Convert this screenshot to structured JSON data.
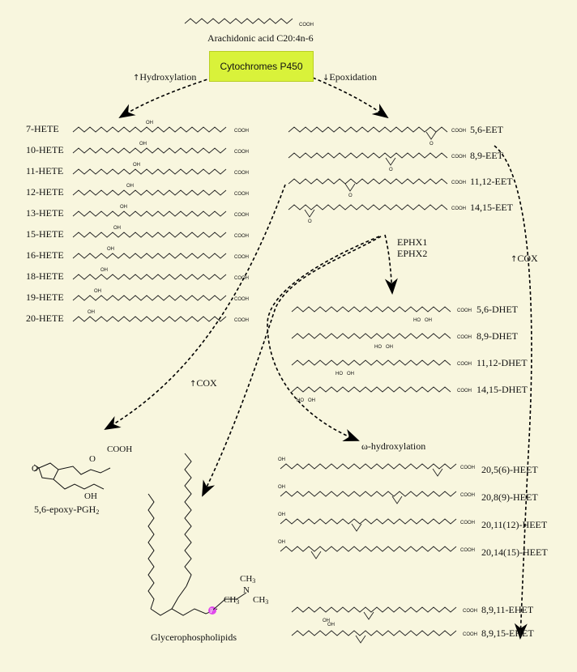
{
  "top": {
    "arachidonic_label": "Arachidonic acid C20:4n-6"
  },
  "enzyme": {
    "box_label": "Cytochromes P450",
    "left_branch": "Hydroxylation",
    "right_branch": "Epoxidation",
    "up_arrow": "↑",
    "down_arrow": "↓"
  },
  "hete": {
    "items": [
      "7-HETE",
      "10-HETE",
      "11-HETE",
      "12-HETE",
      "13-HETE",
      "15-HETE",
      "16-HETE",
      "18-HETE",
      "19-HETE",
      "20-HETE"
    ]
  },
  "eet": {
    "items": [
      "5,6-EET",
      "8,9-EET",
      "11,12-EET",
      "14,15-EET"
    ]
  },
  "ephx": {
    "line1": "EPHX1",
    "line2": "EPHX2"
  },
  "cox": {
    "right_label": "COX",
    "left_label": "COX",
    "up_arrow": "↑"
  },
  "dhet": {
    "items": [
      "5,6-DHET",
      "8,9-DHET",
      "11,12-DHET",
      "14,15-DHET"
    ]
  },
  "omega": {
    "label": "ω-hydroxylation"
  },
  "heet": {
    "items": [
      "20,5(6)-HEET",
      "20,8(9)-HEET",
      "20,11(12)-HEET",
      "20,14(15)-HEET"
    ]
  },
  "ehet": {
    "items": [
      "8,9,11-EHET",
      "8,9,15-EHET"
    ]
  },
  "pgh": {
    "label_prefix": "5,6-epoxy-PGH",
    "label_sub": "2"
  },
  "phospholipid": {
    "label": "Glycerophospholipids"
  },
  "structure_text": {
    "cooh": "COOH",
    "oh": "OH",
    "ho": "HO",
    "o": "O",
    "ch3": "CH",
    "three": "3",
    "n": "N",
    "p": "P"
  }
}
